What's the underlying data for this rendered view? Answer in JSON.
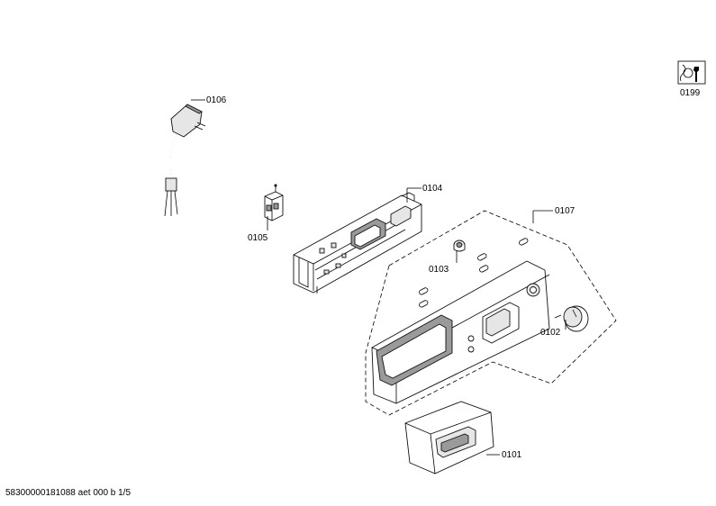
{
  "callouts": {
    "p0106": "0106",
    "p0104": "0104",
    "p0105": "0105",
    "p0107": "0107",
    "p0103": "0103",
    "p0102": "0102",
    "p0101": "0101",
    "p0199": "0199"
  },
  "footer": {
    "doc_id": "58300000181088 aet 000 b 1/5"
  },
  "icons": {
    "service": "wrench-manual-icon"
  }
}
